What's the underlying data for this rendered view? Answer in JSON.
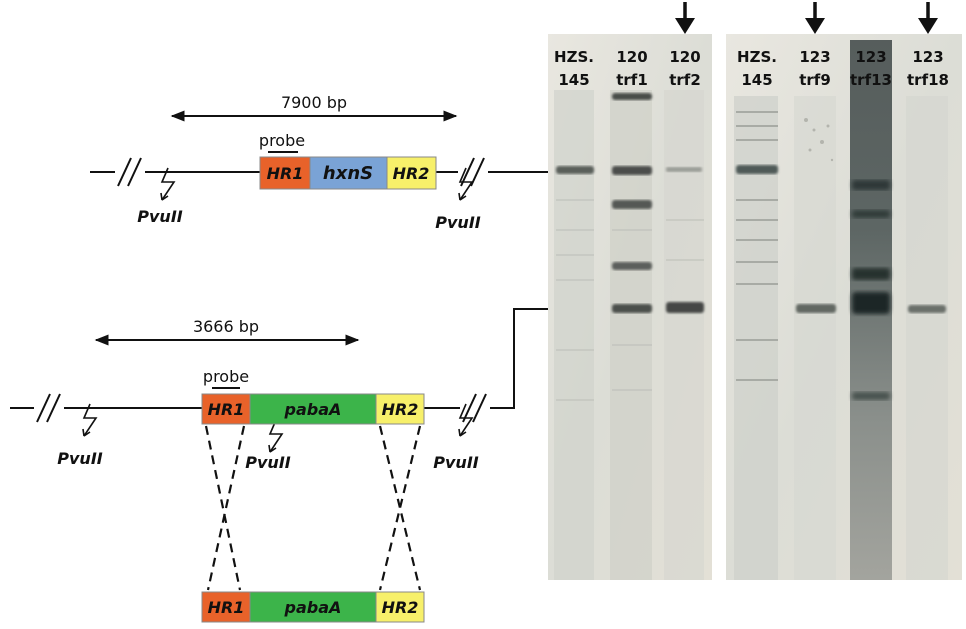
{
  "diagram": {
    "top": {
      "size_label": "7900 bp",
      "probe_label": "probe",
      "hr1": "HR1",
      "gene": "hxnS",
      "hr2": "HR2",
      "site_left": "PvuII",
      "site_right": "PvuII"
    },
    "bottom": {
      "size_label": "3666 bp",
      "probe_label": "probe",
      "hr1": "HR1",
      "gene": "pabaA",
      "hr2": "HR2",
      "site_left": "PvuII",
      "site_mid": "PvuII",
      "site_right": "PvuII"
    },
    "cassette": {
      "hr1": "HR1",
      "gene": "pabaA",
      "hr2": "HR2"
    },
    "colors": {
      "hr1": "#e8622a",
      "hxnS": "#7aa3d6",
      "pabaA": "#3cb44a",
      "hr2": "#f7f06a"
    }
  },
  "blot": {
    "left_panel": [
      {
        "line1": "HZS.",
        "line2": "145"
      },
      {
        "line1": "120",
        "line2": "trf1"
      },
      {
        "line1": "120",
        "line2": "trf2"
      }
    ],
    "right_panel": [
      {
        "line1": "HZS.",
        "line2": "145"
      },
      {
        "line1": "123",
        "line2": "trf9"
      },
      {
        "line1": "123",
        "line2": "trf13"
      },
      {
        "line1": "123",
        "line2": "trf18"
      }
    ],
    "marked_lanes": [
      "120 trf2",
      "123 trf9",
      "123 trf18"
    ]
  }
}
